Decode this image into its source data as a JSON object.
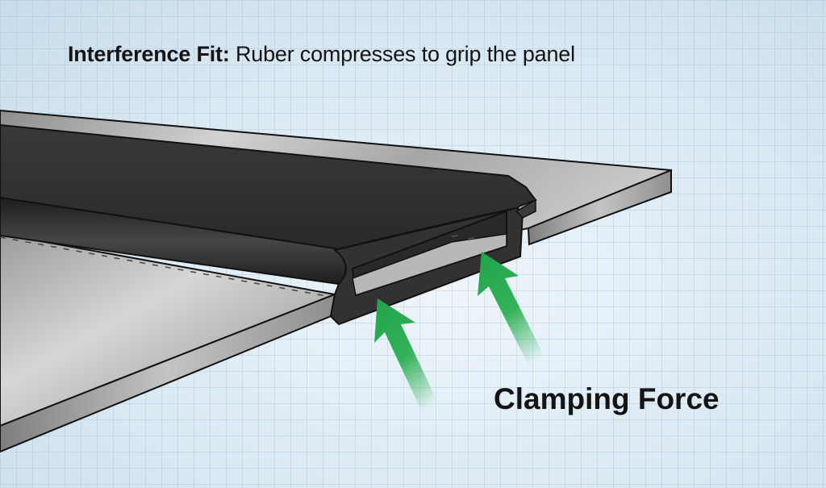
{
  "diagram": {
    "title": {
      "bold": "Interference Fit",
      "separator": ":",
      "rest": " Ruber compresses to grip the panel"
    },
    "labels": {
      "force": "Clamping Force"
    },
    "components": [
      "upper-metal-panel",
      "lower-metal-panel",
      "rubber-seal-profile",
      "seal-channel-opening",
      "clamping-force-arrow-left",
      "clamping-force-arrow-right"
    ],
    "colors": {
      "background": "#d8e8f3",
      "grid": "#a0bed7",
      "rubber": "#2f2d2d",
      "metal": "#b4b4b4",
      "arrow": "#22a54a",
      "outline": "#111111",
      "text": "#141414"
    }
  }
}
